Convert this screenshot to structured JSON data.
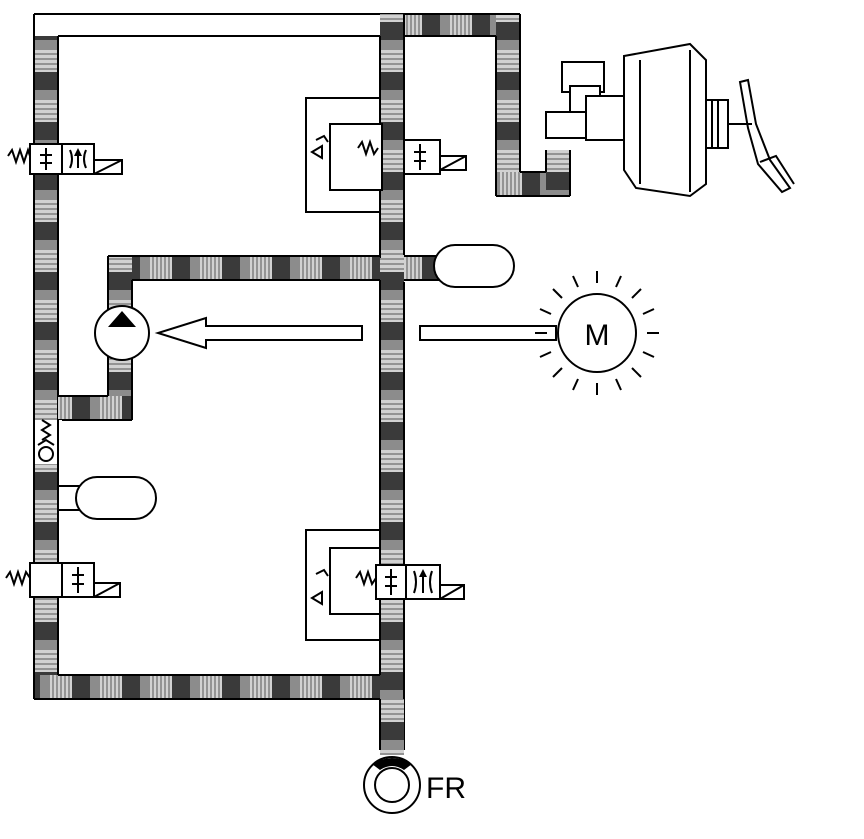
{
  "diagram": {
    "motor_label": "M",
    "wheel_label": "FR",
    "colors": {
      "line": "#000000",
      "background": "#ffffff",
      "fluid_dark": "#3a3a3a",
      "fluid_mid": "#8c8c8c",
      "fluid_light": "#d2d2d2"
    },
    "components": [
      "hold-solenoid-valve-left-top",
      "hold-solenoid-valve-left-bottom",
      "solenoid-valve-top-right",
      "solenoid-valve-bottom-right",
      "pump",
      "motor",
      "accumulator-upper",
      "accumulator-lower",
      "check-valve-left",
      "master-cylinder-booster",
      "brake-pedal",
      "wheel-cylinder-fr"
    ]
  }
}
